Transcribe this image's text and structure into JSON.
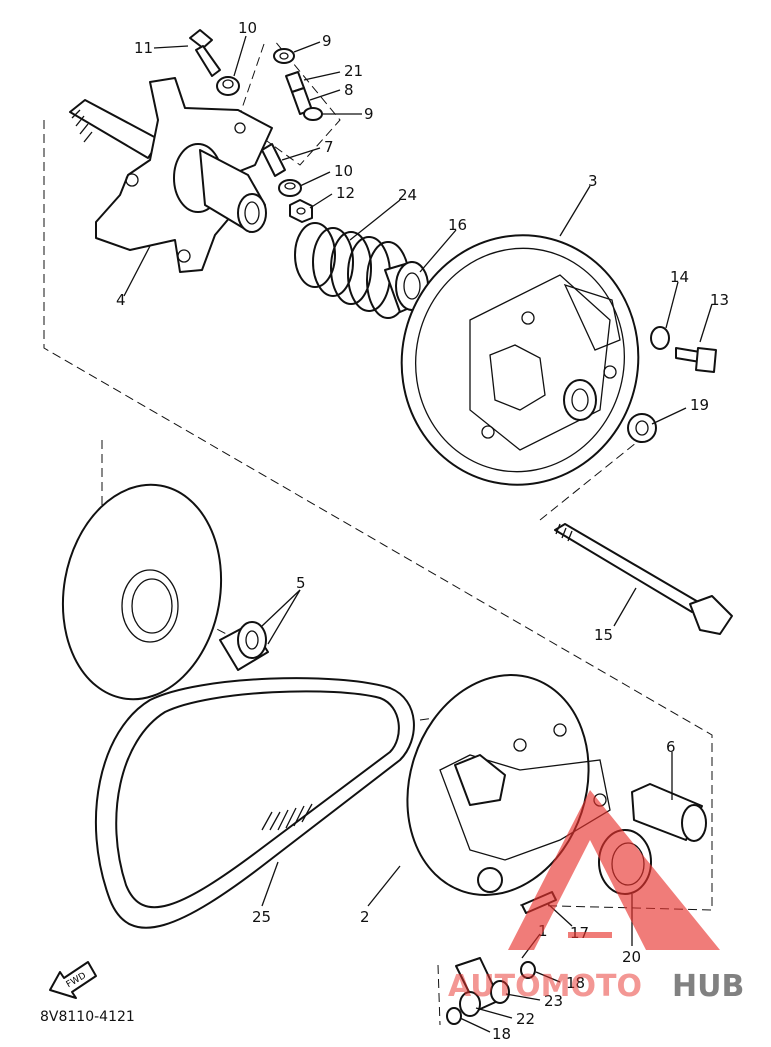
{
  "diagram": {
    "part_labels": {
      "p11": "11",
      "p10a": "10",
      "p9a": "9",
      "p21": "21",
      "p8": "8",
      "p9b": "9",
      "p7": "7",
      "p10b": "10",
      "p12": "12",
      "p24": "24",
      "p16": "16",
      "p3": "3",
      "p14": "14",
      "p13": "13",
      "p19": "19",
      "p4": "4",
      "p5": "5",
      "p15": "15",
      "p6": "6",
      "p2": "2",
      "p25": "25",
      "p17": "17",
      "p20": "20",
      "p1": "1",
      "p18a": "18",
      "p23": "23",
      "p22": "22",
      "p18b": "18"
    },
    "drawing_code": "8V8110-4121",
    "direction_marker": "FWD"
  },
  "watermark": {
    "text_part_1": "AUTOMOTO",
    "text_part_2": "HUB",
    "color_accent": "#e8332d",
    "color_dark": "#3a3a3a"
  }
}
